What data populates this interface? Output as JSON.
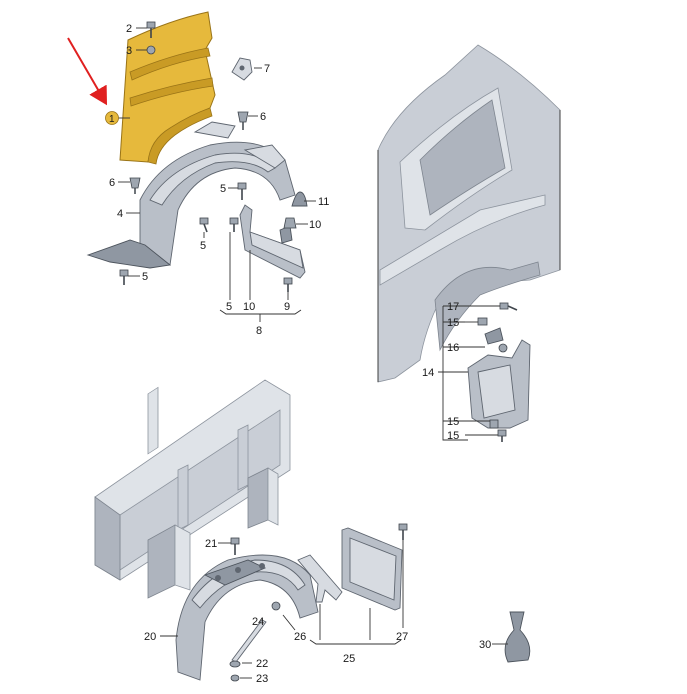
{
  "labels": [
    {
      "key": "l1",
      "text": "1"
    },
    {
      "key": "l2",
      "text": "2"
    },
    {
      "key": "l3",
      "text": "3"
    },
    {
      "key": "l4",
      "text": "4"
    },
    {
      "key": "l5a",
      "text": "5"
    },
    {
      "key": "l5b",
      "text": "5"
    },
    {
      "key": "l5c",
      "text": "5"
    },
    {
      "key": "l5d",
      "text": "5"
    },
    {
      "key": "l6a",
      "text": "6"
    },
    {
      "key": "l6b",
      "text": "6"
    },
    {
      "key": "l7",
      "text": "7"
    },
    {
      "key": "l8",
      "text": "8"
    },
    {
      "key": "l9",
      "text": "9"
    },
    {
      "key": "l10a",
      "text": "10"
    },
    {
      "key": "l10b",
      "text": "10"
    },
    {
      "key": "l11",
      "text": "11"
    },
    {
      "key": "l14",
      "text": "14"
    },
    {
      "key": "l15a",
      "text": "15"
    },
    {
      "key": "l15b",
      "text": "15"
    },
    {
      "key": "l15c",
      "text": "15"
    },
    {
      "key": "l16",
      "text": "16"
    },
    {
      "key": "l17",
      "text": "17"
    },
    {
      "key": "l20",
      "text": "20"
    },
    {
      "key": "l21",
      "text": "21"
    },
    {
      "key": "l22",
      "text": "22"
    },
    {
      "key": "l23",
      "text": "23"
    },
    {
      "key": "l24",
      "text": "24"
    },
    {
      "key": "l25",
      "text": "25"
    },
    {
      "key": "l26",
      "text": "26"
    },
    {
      "key": "l27",
      "text": "27"
    },
    {
      "key": "l30",
      "text": "30"
    }
  ],
  "colors": {
    "highlight_part": "#e6b93c",
    "pointer_arrow": "#e02020",
    "callout_marker": "#e6b93c"
  },
  "pointer": {
    "icon": "red-arrow-icon",
    "target_label": "1"
  }
}
